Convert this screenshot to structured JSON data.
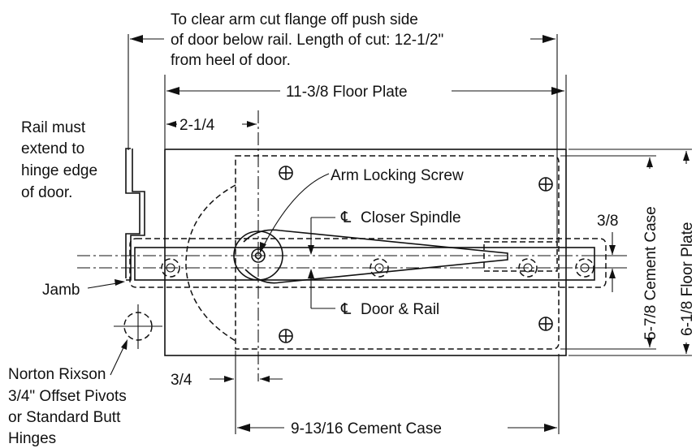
{
  "notes": {
    "clear_line1": "To clear arm cut flange off push side",
    "clear_line2": "of door below rail. Length of cut: 12-1/2\"",
    "clear_line3": "from heel of door.",
    "rail_line1": "Rail must",
    "rail_line2": "extend to",
    "rail_line3": "hinge edge",
    "rail_line4": "of door.",
    "pivot_line1": "Norton Rixson",
    "pivot_line2": "3/4\" Offset Pivots",
    "pivot_line3": "or Standard Butt",
    "pivot_line4": "Hinges"
  },
  "labels": {
    "floor_plate_width": "11-3/8 Floor Plate",
    "spindle_offset": "2-1/4",
    "arm_locking_screw": "Arm Locking Screw",
    "closer_spindle": "Closer Spindle",
    "door_rail": "Door & Rail",
    "centerline_symbol": "℄",
    "jamb": "Jamb",
    "pivot_offset": "3/4",
    "cement_case_length": "9-13/16 Cement Case",
    "rail_offset": "3/8",
    "cement_case_width": "5-7/8 Cement Case",
    "floor_plate_height": "6-1/8 Floor Plate"
  }
}
